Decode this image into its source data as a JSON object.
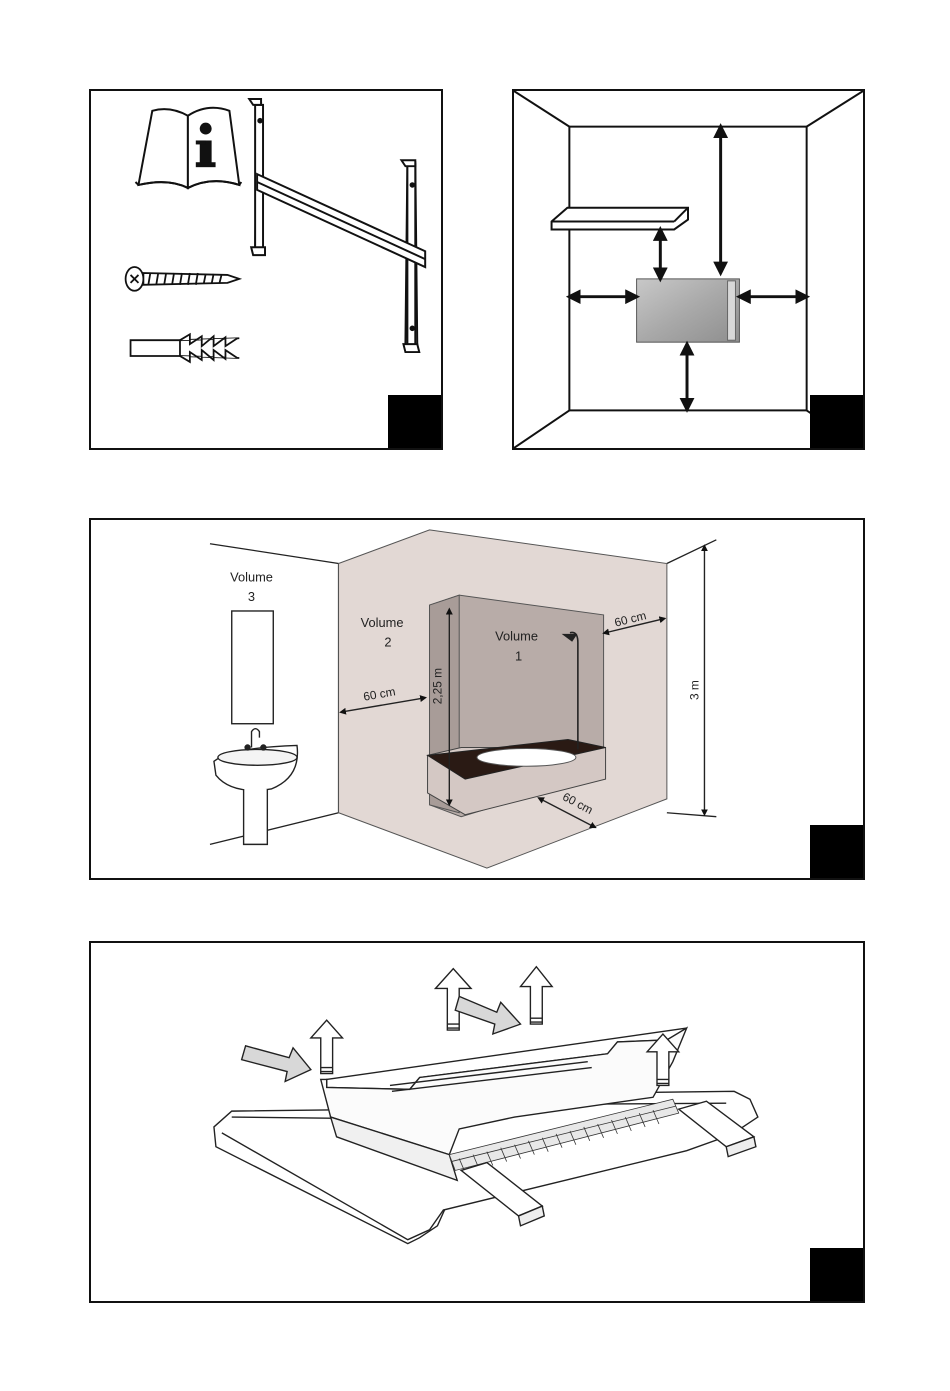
{
  "panel_contents": {
    "labels": {
      "volume3_line1": "Volume",
      "volume3_line2": "3",
      "volume2_line1": "Volume",
      "volume2_line2": "2",
      "volume1_line1": "Volume",
      "volume1_line2": "1",
      "dist_side_left": "60 cm",
      "dist_side_right": "60 cm",
      "dist_front": "60 cm",
      "height_volume1": "2,25 m",
      "height_room": "3 m"
    }
  }
}
